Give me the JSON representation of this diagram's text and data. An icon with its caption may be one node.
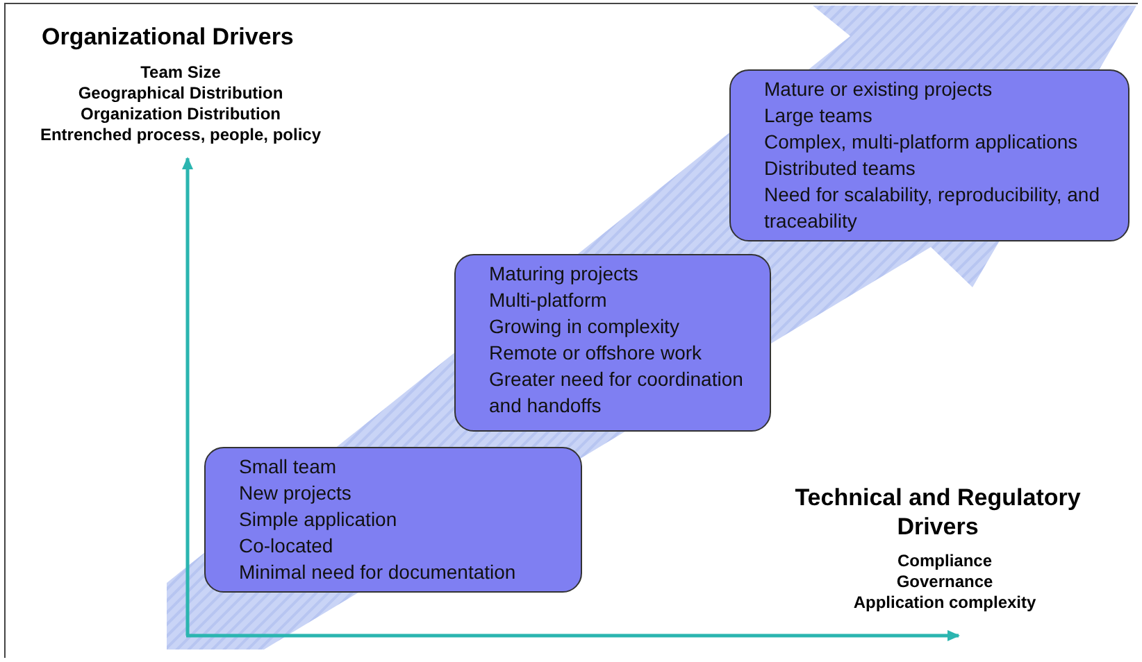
{
  "diagram": {
    "nodes": [
      {
        "text": [
          "Small team",
          "New projects",
          "Simple application",
          "Co-located",
          "Minimal need for documentation"
        ]
      },
      {
        "text": [
          "Maturing projects",
          "Multi-platform",
          "Growing in complexity",
          "Remote or offshore work",
          "Greater need for coordination and handoffs"
        ]
      },
      {
        "text": [
          "Mature or existing projects",
          "Large teams",
          "Complex, multi-platform applications",
          "Distributed teams",
          "Need for scalability, reproducibility, and traceability"
        ]
      }
    ],
    "edges": [],
    "labels": [
      "Organizational Drivers",
      "Team Size",
      "Geographical Distribution",
      "Organization Distribution",
      "Entrenched process, people, policy",
      "Technical and Regulatory Drivers",
      "Compliance",
      "Governance",
      "Application complexity"
    ]
  }
}
